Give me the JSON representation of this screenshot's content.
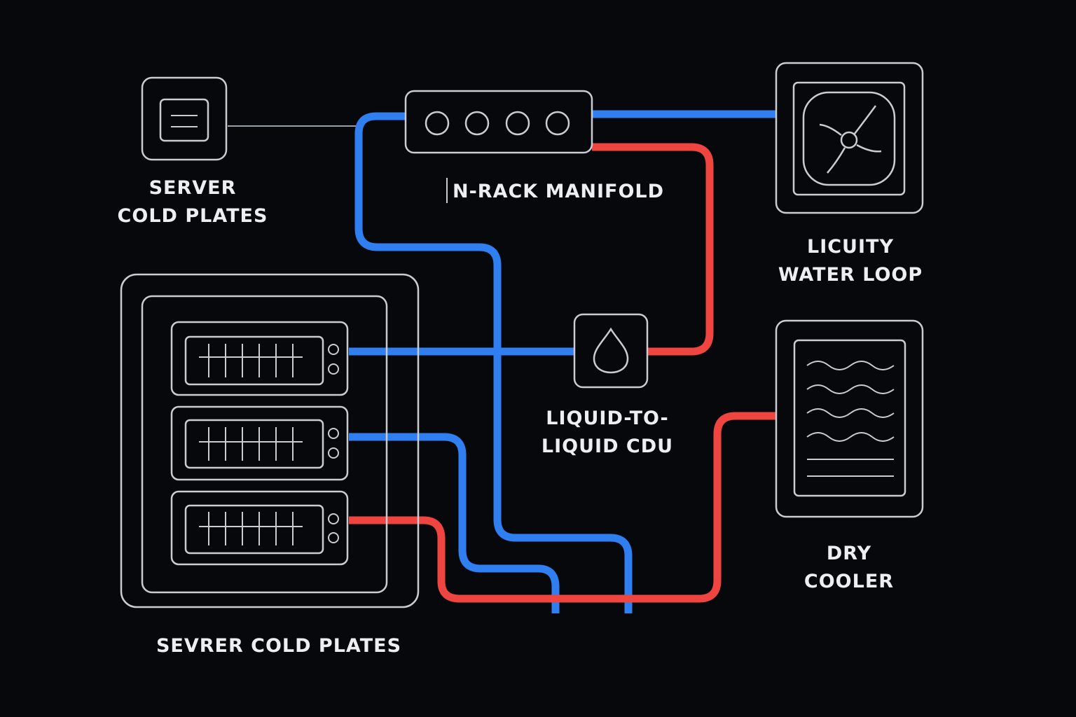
{
  "labels": {
    "server_cold_plates_top": [
      "SERVER",
      "COLD PLATES"
    ],
    "manifold": "N-RACK MANIFOLD",
    "facility_loop": [
      "LICUITY",
      "WATER LOOP"
    ],
    "cdu": [
      "LIQUID-TO-",
      "LIQUID CDU"
    ],
    "dry_cooler": [
      "DRY",
      "COOLER"
    ],
    "server_cold_plates_bottom": "SEVRER COLD PLATES"
  },
  "colors": {
    "background": "#07080b",
    "outline": "#c9ccd2",
    "supply_pipe": "#2f7ff0",
    "return_pipe": "#ef4540",
    "signal_line": "#9aa0a8"
  },
  "icons": {
    "server_node": "server-icon",
    "manifold": "manifold-ports-icon",
    "facility_loop": "fan-icon",
    "cdu": "water-drop-icon",
    "dry_cooler": "heat-waves-icon",
    "rack": "server-rack-icon"
  }
}
